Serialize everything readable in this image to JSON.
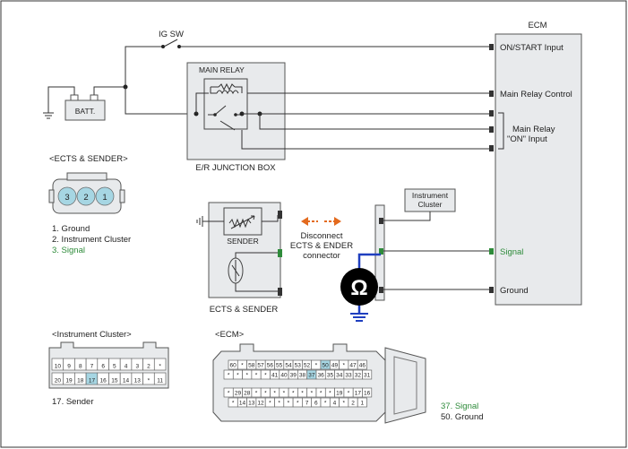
{
  "ecm": {
    "title": "ECM",
    "pins": {
      "on_start_input": "ON/START Input",
      "main_relay_control": "Main Relay Control",
      "main_relay_on_input_line1": "Main Relay",
      "main_relay_on_input_line2": "\"ON\" Input",
      "signal": "Signal",
      "ground": "Ground"
    }
  },
  "ig_sw": "IG SW",
  "battery": "BATT.",
  "junction_box": {
    "title": "E/R JUNCTION BOX",
    "relay_label": "MAIN RELAY"
  },
  "ects_sender": {
    "connector_title": "<ECTS & SENDER>",
    "box_label": "ECTS & SENDER",
    "sender_label": "SENDER",
    "pin_numbers": [
      "3",
      "2",
      "1"
    ],
    "pin_list": [
      "1. Ground",
      "2. Instrument Cluster",
      "3. Signal"
    ]
  },
  "disconnect_note": [
    "Disconnect",
    "ECTS & ENDER",
    "connector"
  ],
  "instrument_cluster_box": [
    "Instrument",
    "Cluster"
  ],
  "ohm_symbol": "Ω",
  "instrument_cluster_connector": {
    "title": "<Instrument Cluster>",
    "row1": [
      "10",
      "9",
      "8",
      "7",
      "6",
      "5",
      "4",
      "3",
      "2",
      "*"
    ],
    "row2": [
      "20",
      "19",
      "18",
      "17",
      "16",
      "15",
      "14",
      "13",
      "*",
      "11"
    ],
    "highlight": "17",
    "note": "17. Sender"
  },
  "ecm_connector": {
    "title": "<ECM>",
    "row1": [
      "60",
      "*",
      "58",
      "57",
      "56",
      "55",
      "54",
      "53",
      "52",
      "*",
      "50",
      "49",
      "*",
      "47",
      "46"
    ],
    "row2": [
      "*",
      "*",
      "*",
      "*",
      "*",
      "41",
      "40",
      "39",
      "38",
      "37",
      "36",
      "35",
      "34",
      "33",
      "32",
      "31"
    ],
    "row3": [
      "*",
      "29",
      "28",
      "*",
      "*",
      "*",
      "*",
      "*",
      "*",
      "*",
      "*",
      "*",
      "19",
      "*",
      "17",
      "16"
    ],
    "row4": [
      "*",
      "14",
      "13",
      "12",
      "*",
      "*",
      "*",
      "*",
      "7",
      "6",
      "*",
      "4",
      "*",
      "2",
      "1"
    ],
    "highlights": [
      "50",
      "37"
    ],
    "notes": [
      "37. Signal",
      "50. Ground"
    ]
  },
  "colors": {
    "signal_text": "#2e8b3a",
    "highlight_cell": "#a6d6e3",
    "disconnect_arrow": "#e36a1e",
    "meter_wire": "#1f3fbf"
  },
  "icons": [
    "ohmmeter-icon",
    "ground-icon",
    "battery-icon",
    "thermistor-icon"
  ]
}
